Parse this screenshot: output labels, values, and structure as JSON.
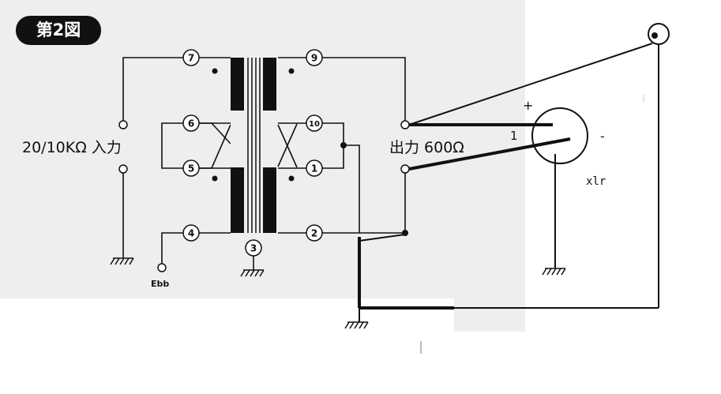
{
  "figure_label": "第2図",
  "input_label": "20/10KΩ 入力",
  "output_label": "出力 600Ω",
  "ebb_label": "Ebb",
  "xlr_label": "xlr",
  "xlr_plus": "+",
  "xlr_minus": "-",
  "xlr_pin_mark": "1",
  "pins": {
    "p1": "1",
    "p2": "2",
    "p3": "3",
    "p4": "4",
    "p5": "5",
    "p6": "6",
    "p7": "7",
    "p9": "9",
    "p10": "10"
  }
}
